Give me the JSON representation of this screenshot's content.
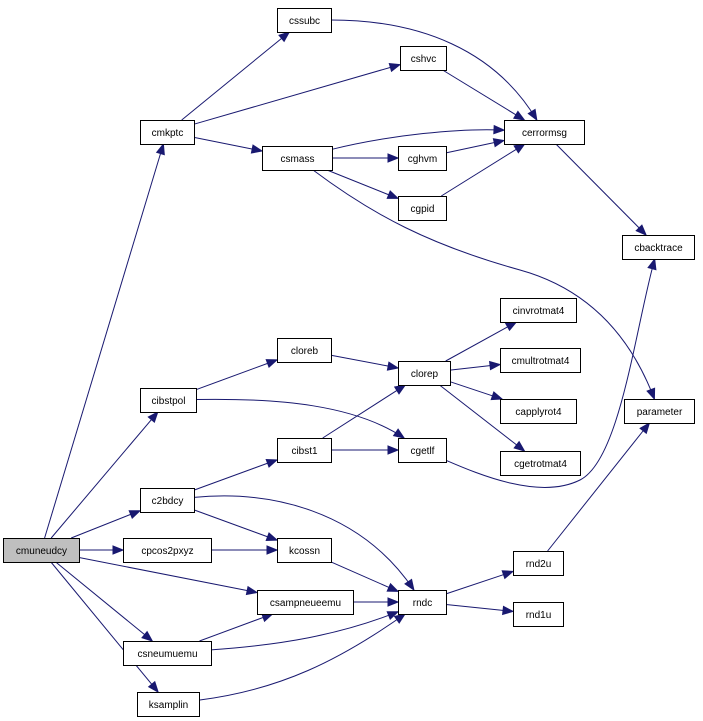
{
  "colors": {
    "edge": "#191970",
    "node_fill": "#ffffff",
    "root_fill": "#bfbfbf",
    "node_border": "#000000"
  },
  "nodes": [
    {
      "id": "cmuneudcy",
      "label": "cmuneudcy",
      "root": true
    },
    {
      "id": "cmkptc",
      "label": "cmkptc"
    },
    {
      "id": "cssubc",
      "label": "cssubc"
    },
    {
      "id": "cshvc",
      "label": "cshvc"
    },
    {
      "id": "csmass",
      "label": "csmass"
    },
    {
      "id": "cghvm",
      "label": "cghvm"
    },
    {
      "id": "cgpid",
      "label": "cgpid"
    },
    {
      "id": "cerrormsg",
      "label": "cerrormsg"
    },
    {
      "id": "cbacktrace",
      "label": "cbacktrace"
    },
    {
      "id": "parameter",
      "label": "parameter"
    },
    {
      "id": "cibstpol",
      "label": "cibstpol"
    },
    {
      "id": "cloreb",
      "label": "cloreb"
    },
    {
      "id": "clorep",
      "label": "clorep"
    },
    {
      "id": "cinvrotmat4",
      "label": "cinvrotmat4"
    },
    {
      "id": "cmultrotmat4",
      "label": "cmultrotmat4"
    },
    {
      "id": "capplyrot4",
      "label": "capplyrot4"
    },
    {
      "id": "cgetrotmat4",
      "label": "cgetrotmat4"
    },
    {
      "id": "cgetlf",
      "label": "cgetlf"
    },
    {
      "id": "cibst1",
      "label": "cibst1"
    },
    {
      "id": "c2bdcy",
      "label": "c2bdcy"
    },
    {
      "id": "cpcos2pxyz",
      "label": "cpcos2pxyz"
    },
    {
      "id": "kcossn",
      "label": "kcossn"
    },
    {
      "id": "csampneueemu",
      "label": "csampneueemu"
    },
    {
      "id": "rndc",
      "label": "rndc"
    },
    {
      "id": "rnd2u",
      "label": "rnd2u"
    },
    {
      "id": "rnd1u",
      "label": "rnd1u"
    },
    {
      "id": "csneumuemu",
      "label": "csneumuemu"
    },
    {
      "id": "ksamplin",
      "label": "ksamplin"
    }
  ],
  "edges": [
    {
      "from": "cmuneudcy",
      "to": "cmkptc"
    },
    {
      "from": "cmuneudcy",
      "to": "cibstpol"
    },
    {
      "from": "cmuneudcy",
      "to": "c2bdcy"
    },
    {
      "from": "cmuneudcy",
      "to": "cpcos2pxyz"
    },
    {
      "from": "cmuneudcy",
      "to": "csampneueemu"
    },
    {
      "from": "cmuneudcy",
      "to": "csneumuemu"
    },
    {
      "from": "cmuneudcy",
      "to": "ksamplin"
    },
    {
      "from": "cmkptc",
      "to": "cssubc"
    },
    {
      "from": "cmkptc",
      "to": "cshvc"
    },
    {
      "from": "cmkptc",
      "to": "csmass"
    },
    {
      "from": "cssubc",
      "to": "cerrormsg"
    },
    {
      "from": "cshvc",
      "to": "cerrormsg"
    },
    {
      "from": "csmass",
      "to": "cerrormsg"
    },
    {
      "from": "csmass",
      "to": "cghvm"
    },
    {
      "from": "csmass",
      "to": "cgpid"
    },
    {
      "from": "csmass",
      "to": "parameter"
    },
    {
      "from": "cghvm",
      "to": "cerrormsg"
    },
    {
      "from": "cgpid",
      "to": "cerrormsg"
    },
    {
      "from": "cerrormsg",
      "to": "cbacktrace"
    },
    {
      "from": "cibstpol",
      "to": "cloreb"
    },
    {
      "from": "cibstpol",
      "to": "cgetlf"
    },
    {
      "from": "cloreb",
      "to": "clorep"
    },
    {
      "from": "clorep",
      "to": "cinvrotmat4"
    },
    {
      "from": "clorep",
      "to": "cmultrotmat4"
    },
    {
      "from": "clorep",
      "to": "capplyrot4"
    },
    {
      "from": "clorep",
      "to": "cgetrotmat4"
    },
    {
      "from": "cgetlf",
      "to": "cbacktrace"
    },
    {
      "from": "c2bdcy",
      "to": "cibst1"
    },
    {
      "from": "c2bdcy",
      "to": "kcossn"
    },
    {
      "from": "c2bdcy",
      "to": "rndc"
    },
    {
      "from": "cibst1",
      "to": "clorep"
    },
    {
      "from": "cibst1",
      "to": "cgetlf"
    },
    {
      "from": "cpcos2pxyz",
      "to": "kcossn"
    },
    {
      "from": "kcossn",
      "to": "rndc"
    },
    {
      "from": "csampneueemu",
      "to": "rndc"
    },
    {
      "from": "rndc",
      "to": "rnd2u"
    },
    {
      "from": "rndc",
      "to": "rnd1u"
    },
    {
      "from": "rnd2u",
      "to": "parameter"
    },
    {
      "from": "csneumuemu",
      "to": "csampneueemu"
    },
    {
      "from": "csneumuemu",
      "to": "rndc"
    },
    {
      "from": "ksamplin",
      "to": "rndc"
    }
  ]
}
